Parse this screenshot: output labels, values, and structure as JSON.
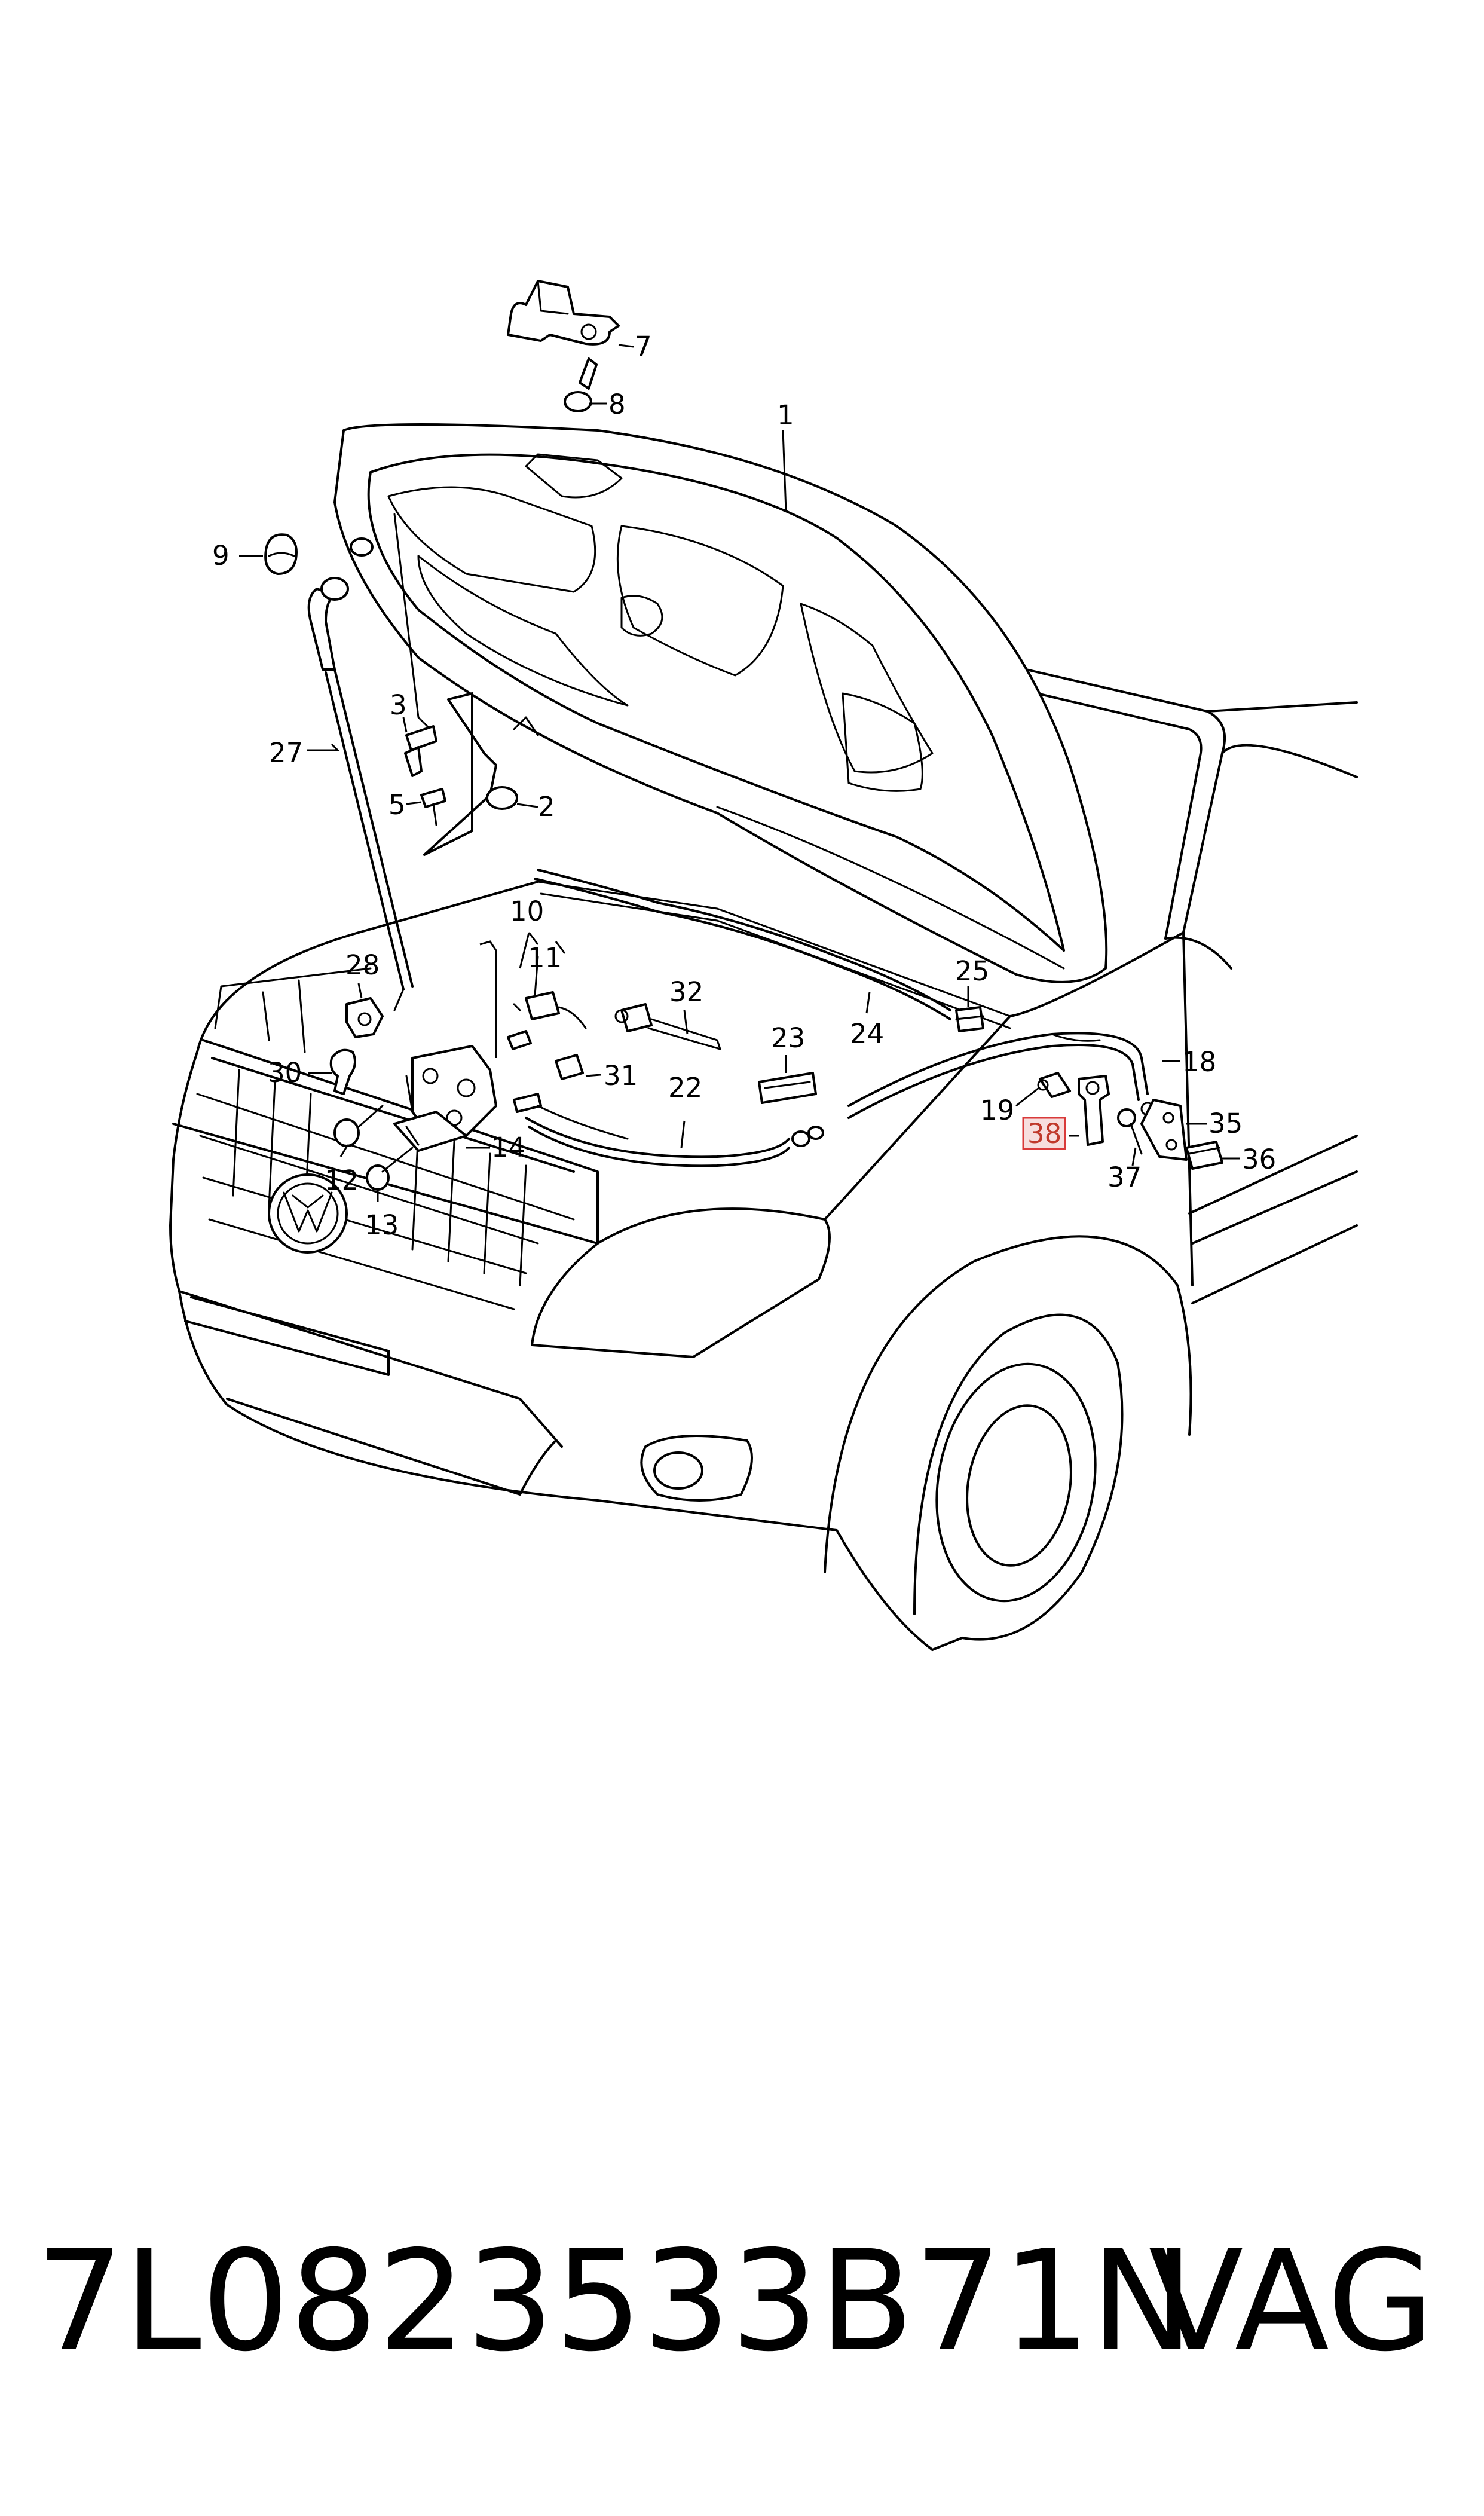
{
  "callouts": {
    "c1": "1",
    "c2": "2",
    "c3": "3",
    "c5": "5",
    "c7": "7",
    "c8": "8",
    "c9": "9",
    "c10": "10",
    "c11": "11",
    "c12": "12",
    "c13": "13",
    "c14": "14",
    "c18": "18",
    "c19": "19",
    "c22": "22",
    "c23": "23",
    "c24": "24",
    "c25": "25",
    "c27": "27",
    "c28": "28",
    "c30": "30",
    "c31": "31",
    "c32": "32",
    "c35": "35",
    "c36": "36",
    "c37": "37",
    "c38": "38"
  },
  "highlighted_callout": "38",
  "highlight_color": "#d93a3a",
  "footer": {
    "part_number": "7L0823533B71N",
    "brand": "VAG"
  }
}
